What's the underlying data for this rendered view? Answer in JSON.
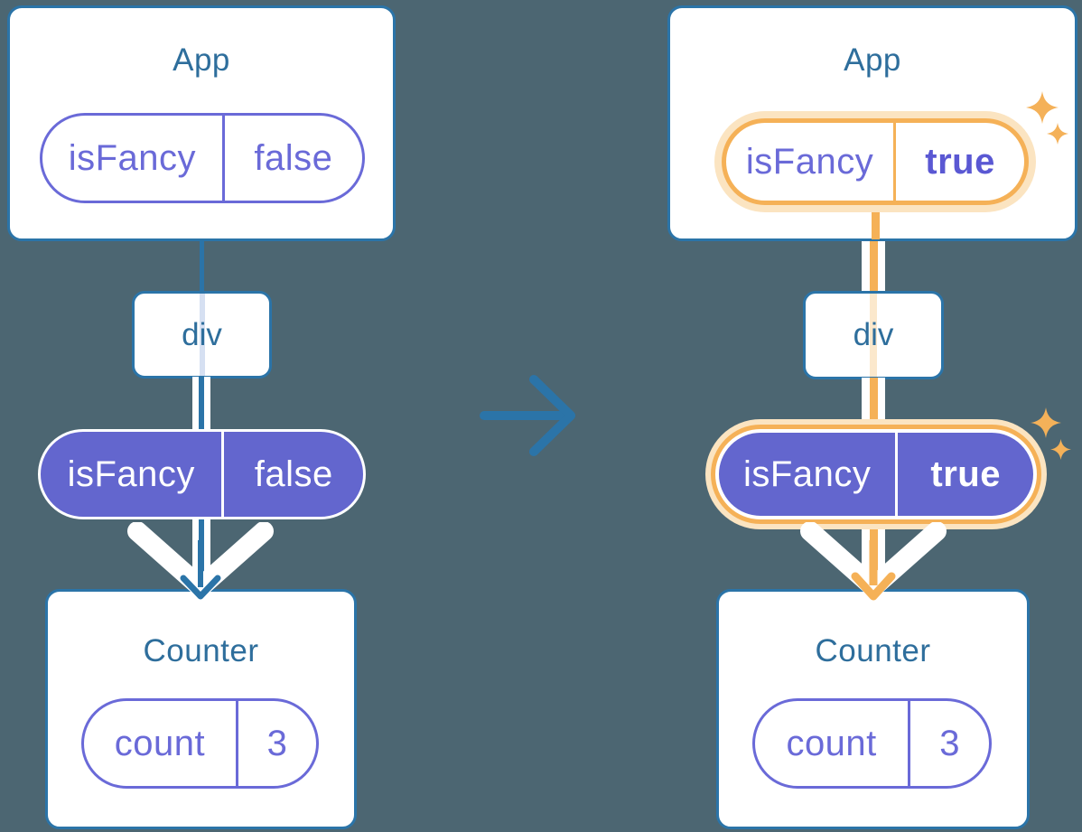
{
  "colors": {
    "background": "#4C6672",
    "card_border_blue": "#2B74A8",
    "heading_blue": "#2E6E9C",
    "purple_fill": "#6366CE",
    "purple_outline": "#6A6AD8",
    "purple_bold_text": "#5A58D3",
    "flow_line_blue": "#2B74A8",
    "flow_line_blue_faded": "#D6E0F2",
    "highlight_orange": "#F5B157",
    "highlight_orange_faded": "#FBE4C1",
    "sparkle_orange": "#F4B159"
  },
  "trees": [
    {
      "app": {
        "title": "App",
        "prop": {
          "key": "isFancy",
          "value": "false"
        }
      },
      "div_node": {
        "label": "div"
      },
      "passed_prop": {
        "key": "isFancy",
        "value": "false"
      },
      "counter": {
        "title": "Counter",
        "state": {
          "key": "count",
          "value": "3"
        }
      }
    },
    {
      "app": {
        "title": "App",
        "prop": {
          "key": "isFancy",
          "value": "true"
        }
      },
      "div_node": {
        "label": "div"
      },
      "passed_prop": {
        "key": "isFancy",
        "value": "true"
      },
      "counter": {
        "title": "Counter",
        "state": {
          "key": "count",
          "value": "3"
        }
      }
    }
  ]
}
